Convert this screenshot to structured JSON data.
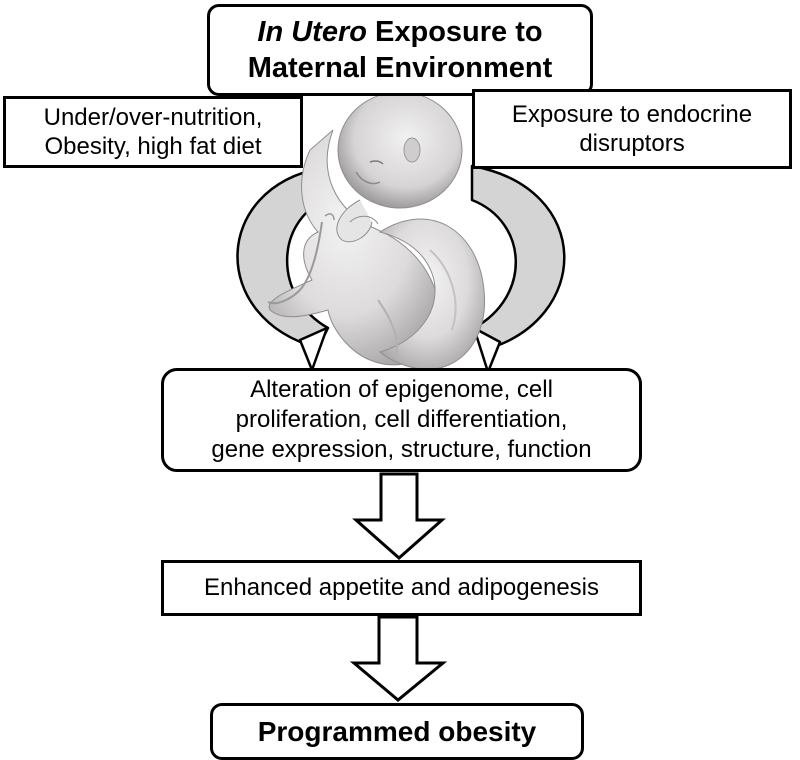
{
  "title": {
    "italic_part": "In Utero",
    "line1_rest": " Exposure to",
    "line2": "Maternal Environment"
  },
  "left_box": {
    "line1": "Under/over-nutrition,",
    "line2": "Obesity,  high fat diet"
  },
  "right_box": {
    "line1": "Exposure to endocrine",
    "line2": "disruptors"
  },
  "mid_box": {
    "line1": "Alteration of epigenome, cell",
    "line2": "proliferation, cell differentiation,",
    "line3": "gene expression, structure, function"
  },
  "appetite_box": {
    "text": "Enhanced appetite and adipogenesis"
  },
  "result_box": {
    "text": "Programmed obesity"
  },
  "colors": {
    "curved_arrow_fill": "#d4d4d4",
    "fetus_skin": "#e0dede",
    "fetus_shadow": "#a9a7a7",
    "stroke": "#000000"
  },
  "icons": {
    "center_illustration": "fetus-illustration"
  }
}
